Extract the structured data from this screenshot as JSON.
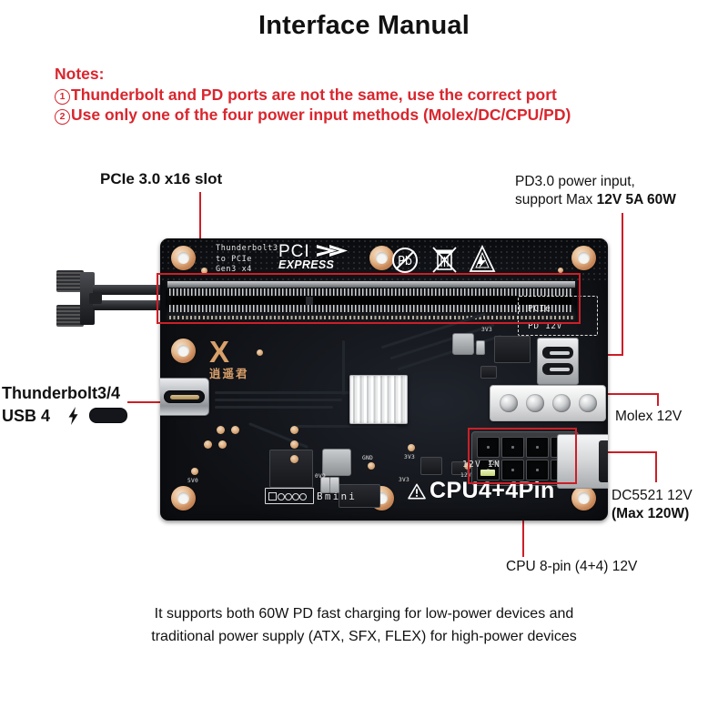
{
  "page": {
    "title": "Interface Manual"
  },
  "notes": {
    "heading": "Notes:",
    "items": [
      {
        "marker": "1",
        "text": "Thunderbolt and PD ports are not the same, use the correct port"
      },
      {
        "marker": "2",
        "text": "Use only one of the four power input methods (Molex/DC/CPU/PD)"
      }
    ],
    "color": "#d9262e"
  },
  "callouts": {
    "pcie_slot": {
      "label": "PCIe 3.0 x16 slot"
    },
    "pd_input": {
      "line1": "PD3.0 power input,",
      "line2_prefix": "support Max ",
      "line2_bold": "12V 5A 60W"
    },
    "thunderbolt": {
      "line1": "Thunderbolt3/4",
      "line2": "USB 4"
    },
    "molex": {
      "label": "Molex 12V"
    },
    "dc5521": {
      "line1": "DC5521 12V",
      "line2_bold": "(Max 120W)"
    },
    "cpu8pin": {
      "label": "CPU 8-pin (4+4) 12V"
    },
    "leader_color": "#cc1f27"
  },
  "footer": {
    "line1": "It supports both 60W PD fast charging for low-power devices and",
    "line2": "traditional power supply (ATX, SFX, FLEX) for high-power devices"
  },
  "board": {
    "silkscreen": {
      "model_line1": "Thunderbolt3",
      "model_line2": "to PCIe",
      "model_line3": "Gen3 x4",
      "pci_logo_top": "PCI",
      "pci_logo_bottom": "EXPRESS",
      "pd_box_line1": "PCIe",
      "pd_box_line2": "PD 12V",
      "board_name": "Bmini",
      "cpu_connector": "CPU4+4Pin",
      "dc_in": "12V IN",
      "rails": [
        "5V0",
        "3V3",
        "3V3",
        "3V3",
        "0V9",
        "GND",
        "12V",
        "12V",
        "12V"
      ]
    },
    "logo": {
      "mark": "X",
      "chinese": "逍遥君",
      "color": "#d9a06a"
    },
    "colors": {
      "pcb": "#14171c",
      "copper": "#d9a06a",
      "silk": "#e9e9ea"
    }
  }
}
